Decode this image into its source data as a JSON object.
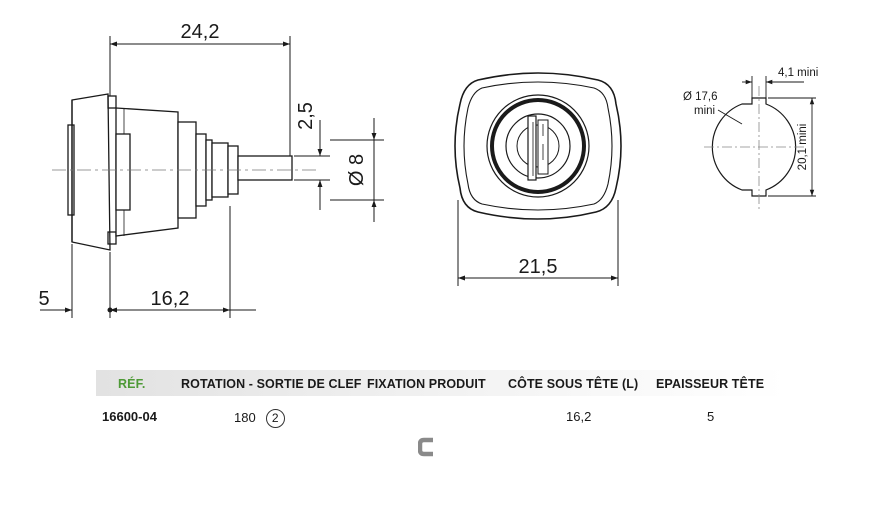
{
  "dimensions": {
    "width_24_2": "24,2",
    "d_2_5": "2,5",
    "diam_8": "Ø 8",
    "d_5": "5",
    "d_16_2": "16,2",
    "d_21_5": "21,5",
    "cut_4_1": "4,1 mini",
    "cut_diam": "Ø 17,6",
    "cut_mini": "mini",
    "cut_20_1": "20,1 mini"
  },
  "table": {
    "headers": {
      "ref": "RÉF.",
      "rotation": "ROTATION - SORTIE DE CLEF",
      "fixation": "FIXATION PRODUIT",
      "cote": "CÔTE SOUS TÊTE (L)",
      "epaisseur": "EPAISSEUR TÊTE"
    },
    "row": {
      "ref": "16600-04",
      "rotation": "180",
      "rotation_circle": "2",
      "fixation_icon": "clip-c-icon",
      "cote": "16,2",
      "epaisseur": "5"
    }
  }
}
